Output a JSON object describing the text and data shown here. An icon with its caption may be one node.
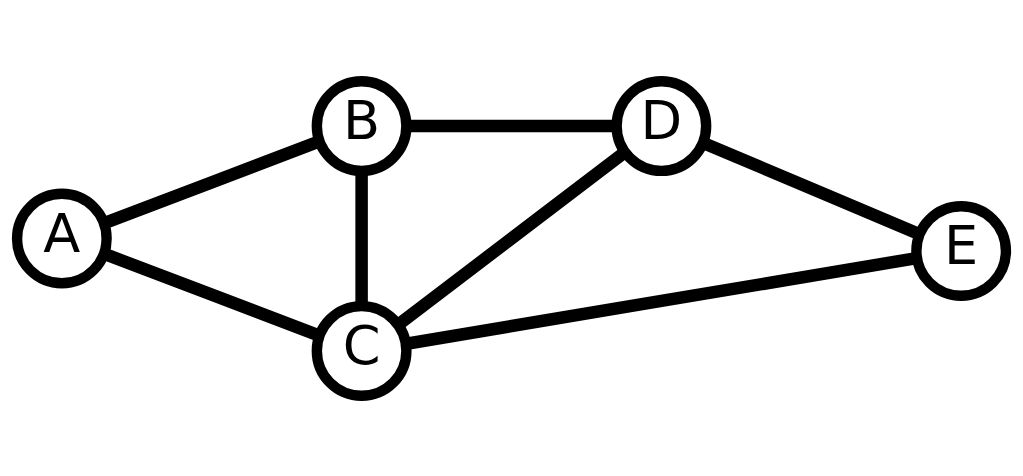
{
  "diagram": {
    "nodes": [
      {
        "text": [
          "A"
        ]
      },
      {
        "text": [
          "B"
        ]
      },
      {
        "text": [
          "C"
        ]
      },
      {
        "text": [
          "D"
        ]
      },
      {
        "text": [
          "E"
        ]
      }
    ],
    "edges": [
      {
        "from": 0,
        "to": 1,
        "arrow": "none"
      },
      {
        "from": 0,
        "to": 2,
        "arrow": "none"
      },
      {
        "from": 1,
        "to": 2,
        "arrow": "none"
      },
      {
        "from": 1,
        "to": 3,
        "arrow": "none"
      },
      {
        "from": 3,
        "to": 4,
        "arrow": "none"
      },
      {
        "from": 3,
        "to": 2,
        "arrow": "none"
      },
      {
        "from": 2,
        "to": 4,
        "arrow": "none"
      }
    ]
  }
}
